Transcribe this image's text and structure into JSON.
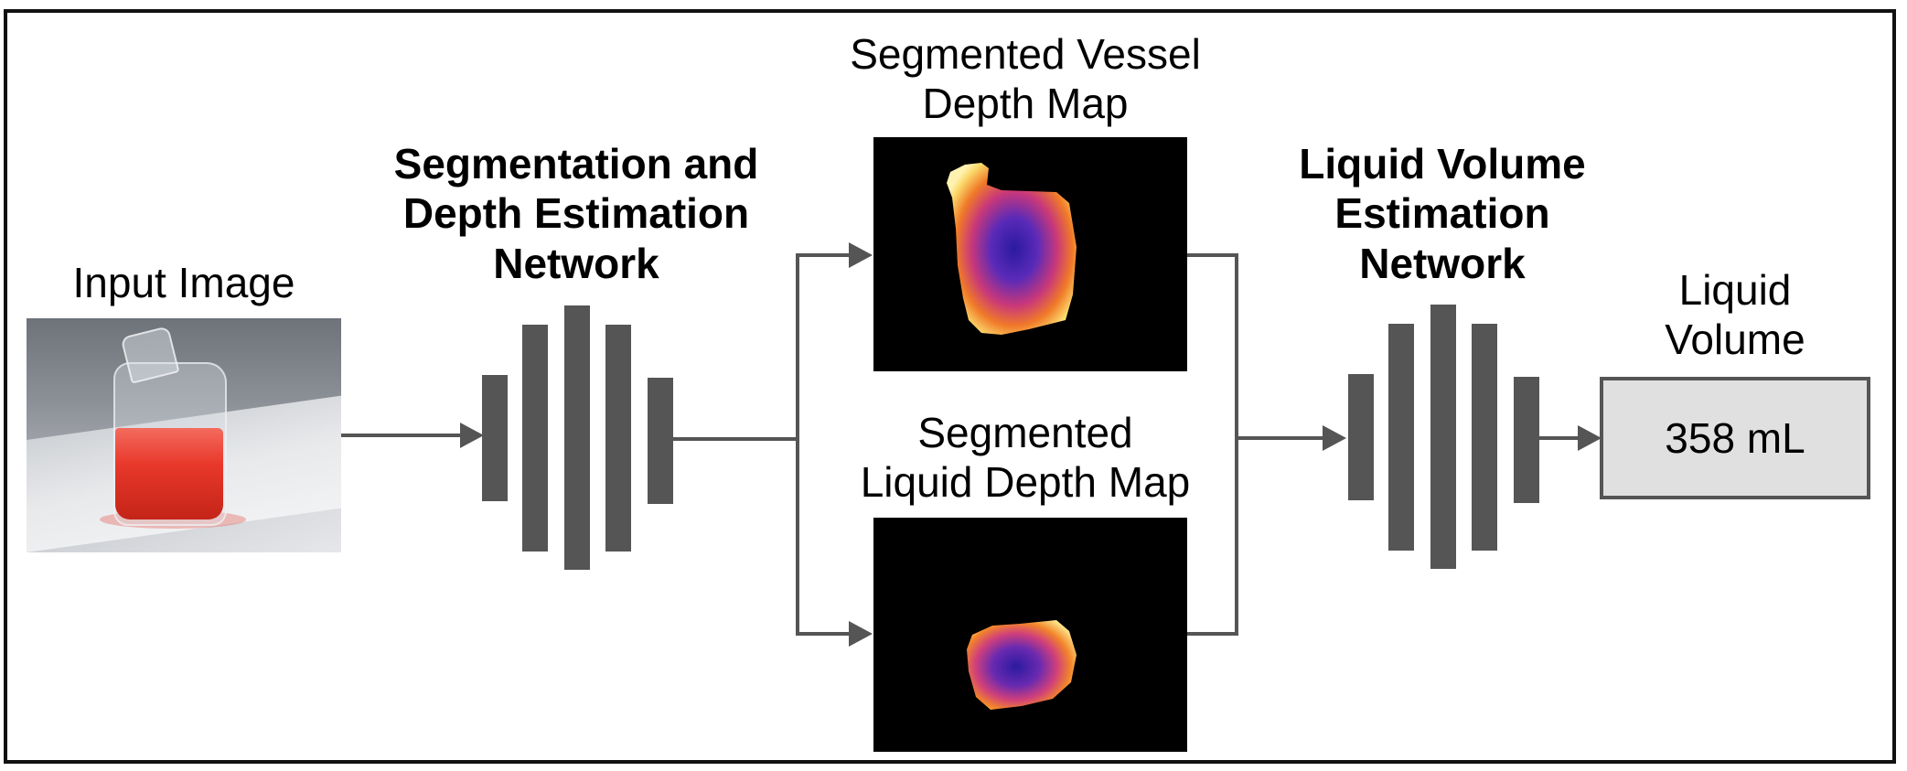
{
  "input": {
    "label": "Input Image"
  },
  "network1": {
    "label_line1": "Segmentation and",
    "label_line2": "Depth Estimation",
    "label_line3": "Network"
  },
  "vessel_map": {
    "label_line1": "Segmented Vessel",
    "label_line2": "Depth Map"
  },
  "liquid_map": {
    "label_line1": "Segmented",
    "label_line2": "Liquid Depth Map"
  },
  "network2": {
    "label_line1": "Liquid Volume",
    "label_line2": "Estimation",
    "label_line3": "Network"
  },
  "output": {
    "label_line1": "Liquid",
    "label_line2": "Volume",
    "value": "358 mL"
  },
  "colors": {
    "bar": "#555555",
    "box_fill": "#e0e0e0",
    "map_bg": "#000000"
  }
}
